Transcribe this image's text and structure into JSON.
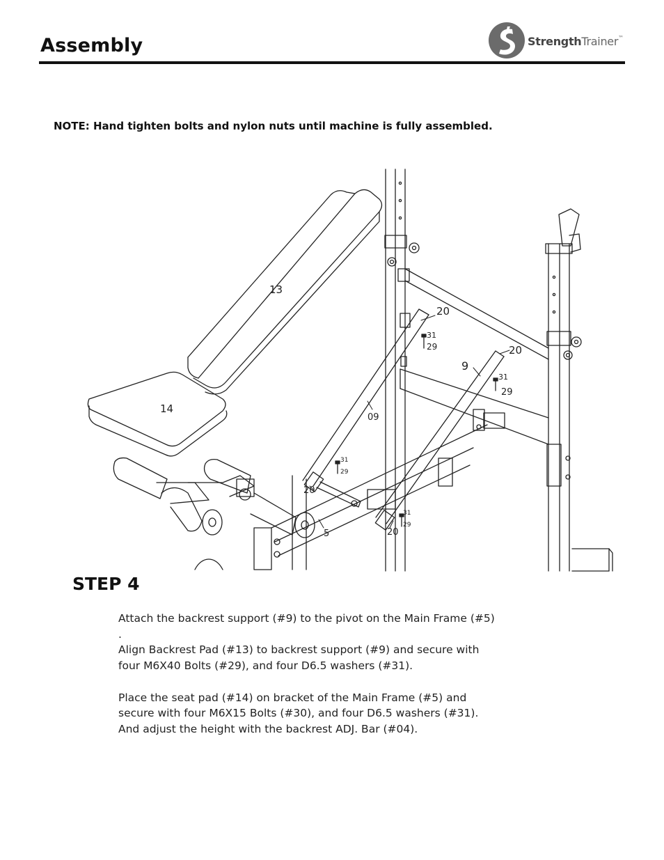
{
  "header": {
    "title": "Assembly",
    "logo": {
      "icon": "strength-trainer-logo-icon",
      "brand_bold": "Strength",
      "brand_light": "Trainer",
      "mark": "™"
    }
  },
  "note": "NOTE:  Hand tighten bolts and nylon nuts until machine is fully assembled.",
  "diagram": {
    "part_labels": {
      "backrest_pad": "13",
      "seat_pad": "14",
      "support_left": "09",
      "support_right": "9",
      "frame": "5",
      "bracket_tl": "20",
      "bracket_tr": "20",
      "bracket_bl": "20",
      "bracket_br": "20",
      "washer_a": "31",
      "bolt_a": "29",
      "washer_b": "31",
      "bolt_b": "29",
      "washer_c": "31",
      "bolt_c": "29",
      "washer_d": "31",
      "bolt_d": "29"
    }
  },
  "step": {
    "title": "STEP 4",
    "line1": "Attach the backrest support (#9) to the pivot on the Main Frame (#5)",
    "line2": ".",
    "line3": "Align Backrest Pad (#13) to backrest support (#9) and secure with",
    "line4": "four M6X40 Bolts (#29), and four D6.5 washers (#31).",
    "line5": "Place the seat pad (#14) on bracket of the Main Frame (#5) and",
    "line6": "secure with four M6X15 Bolts (#30), and four D6.5 washers (#31).",
    "line7": "And adjust the height with the backrest ADJ. Bar (#04)."
  }
}
